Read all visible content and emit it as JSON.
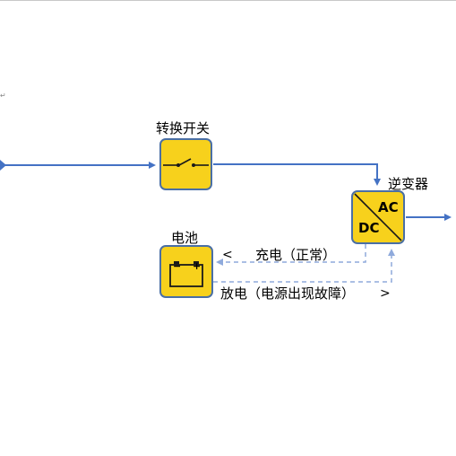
{
  "switch_label": "转换开关",
  "inverter_label": "逆变器",
  "inverter_ac": "AC",
  "inverter_dc": "DC",
  "battery_label": "电池",
  "battery_minus": "−",
  "battery_plus": "+",
  "charge_label": "充电（正常）",
  "charge_arrow": "<",
  "discharge_label": "放电（电源出现故障）",
  "discharge_arrow": ">",
  "paragraph_mark": "↵",
  "colors": {
    "line": "#4472C4",
    "box_fill": "#F7D11C",
    "box_border": "#4A6FA5",
    "dashed": "#8FAADC"
  }
}
